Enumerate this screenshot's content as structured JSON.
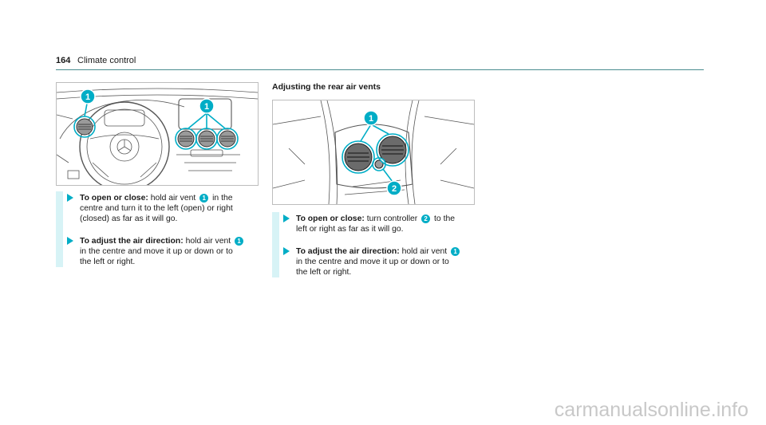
{
  "header": {
    "page_number": "164",
    "title": "Climate control"
  },
  "left": {
    "steps": [
      {
        "bold": "To open or close:",
        "lines": [
          [
            " hold air vent ",
            {
              "badge": "1"
            },
            " in the"
          ],
          [
            "centre and turn it to the left (open) or right"
          ],
          [
            "(closed) as far as it will go."
          ]
        ]
      },
      {
        "bold": "To adjust the air direction:",
        "lines": [
          [
            " hold air vent ",
            {
              "badge": "1"
            }
          ],
          [
            "in the centre and move it up or down or to"
          ],
          [
            "the left or right."
          ]
        ]
      }
    ],
    "figure": {
      "callouts": [
        "1",
        "1"
      ]
    }
  },
  "right": {
    "heading": "Adjusting the rear air vents",
    "figure": {
      "callouts": [
        "1",
        "2"
      ]
    },
    "steps": [
      {
        "bold": "To open or close:",
        "lines": [
          [
            " turn controller ",
            {
              "badge": "2"
            },
            " to the"
          ],
          [
            "left or right as far as it will go."
          ]
        ]
      },
      {
        "bold": "To adjust the air direction:",
        "lines": [
          [
            " hold air vent ",
            {
              "badge": "1"
            }
          ],
          [
            "in the centre and move it up or down or to"
          ],
          [
            "the left or right."
          ]
        ]
      }
    ]
  },
  "footer": {
    "watermark": "carmanualsonline.info"
  },
  "colors": {
    "accent": "#00adc6",
    "highlight_bar": "#d7f3f6",
    "rule": "#4a8d8f"
  }
}
